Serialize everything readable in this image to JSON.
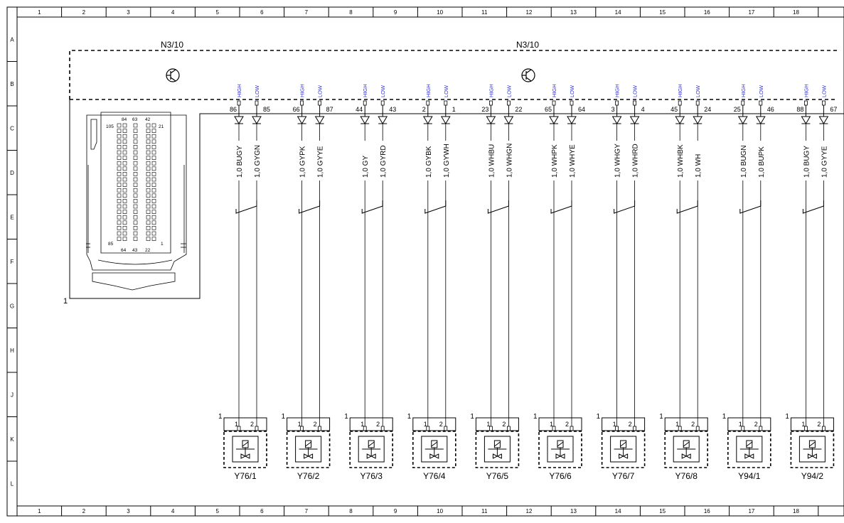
{
  "ruler": {
    "columns": [
      "1",
      "2",
      "3",
      "4",
      "5",
      "6",
      "7",
      "8",
      "9",
      "10",
      "11",
      "12",
      "13",
      "14",
      "15",
      "16",
      "17",
      "18"
    ],
    "rows": [
      "A",
      "B",
      "C",
      "D",
      "E",
      "F",
      "G",
      "H",
      "J",
      "K",
      "L"
    ]
  },
  "control_unit": {
    "labels": [
      "N3/10",
      "N3/10"
    ],
    "item_number": "1",
    "connector_pins": {
      "left_top": "84",
      "mid_top": "63",
      "right_top": "42",
      "left_side_top": "105",
      "right_side_top": "21",
      "left_side_bottom": "85",
      "left_bottom": "64",
      "mid_bottom": "43",
      "right_bottom": "22",
      "right_side_bottom": "1"
    }
  },
  "signal_tags": {
    "high": "HIGH",
    "low": "LOW"
  },
  "channels": [
    {
      "pins": [
        "86",
        "85"
      ],
      "wires": [
        "1,0 BUGY",
        "1,0 GYGN"
      ],
      "component": "Y76/1"
    },
    {
      "pins": [
        "66",
        "87"
      ],
      "wires": [
        "1,0 GYPK",
        "1,0 GYYE"
      ],
      "component": "Y76/2"
    },
    {
      "pins": [
        "44",
        "43"
      ],
      "wires": [
        "1,0 GY",
        "1,0 GYRD"
      ],
      "component": "Y76/3"
    },
    {
      "pins": [
        "2",
        "1"
      ],
      "wires": [
        "1,0 GYBK",
        "1,0 GYWH"
      ],
      "component": "Y76/4"
    },
    {
      "pins": [
        "23",
        "22"
      ],
      "wires": [
        "1,0 WHBU",
        "1,0 WHGN"
      ],
      "component": "Y76/5"
    },
    {
      "pins": [
        "65",
        "64"
      ],
      "wires": [
        "1,0 WHPK",
        "1,0 WHYE"
      ],
      "component": "Y76/6"
    },
    {
      "pins": [
        "3",
        "4"
      ],
      "wires": [
        "1,0 WHGY",
        "1,0 WHRD"
      ],
      "component": "Y76/7"
    },
    {
      "pins": [
        "45",
        "24"
      ],
      "wires": [
        "1,0 WHBK",
        "1,0 WH"
      ],
      "component": "Y76/8"
    },
    {
      "pins": [
        "25",
        "46"
      ],
      "wires": [
        "1,0 BUGN",
        "1,0 BUPK"
      ],
      "component": "Y94/1"
    },
    {
      "pins": [
        "88",
        "67"
      ],
      "wires": [
        "1,0 BUGY",
        "1,0 GYYE"
      ],
      "component": "Y94/2"
    }
  ],
  "component_pins": [
    "1",
    "2"
  ],
  "component_item": "1"
}
